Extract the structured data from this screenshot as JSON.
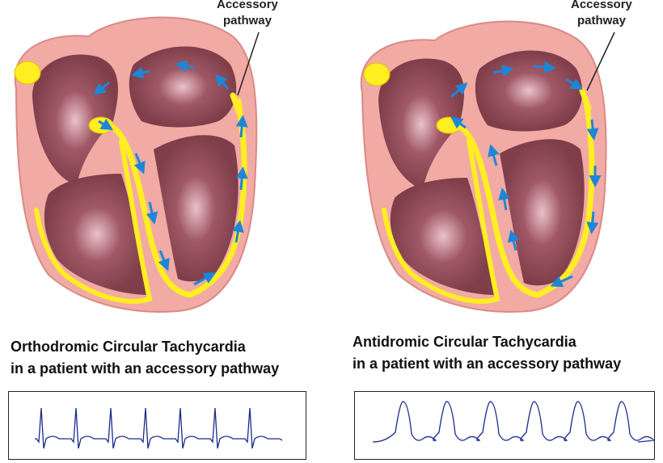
{
  "labels": {
    "accessory_line1": "Accessory",
    "accessory_line2": "pathway"
  },
  "panels": [
    {
      "id": "orthodromic",
      "caption_line1": "Orthodromic Circular Tachycardia",
      "caption_line2": "in a patient with an accessory pathway",
      "ecg_type": "narrow-qrs"
    },
    {
      "id": "antidromic",
      "caption_line1": "Antidromic Circular Tachycardia",
      "caption_line2": "in a patient with an accessory pathway",
      "ecg_type": "wide-qrs"
    }
  ],
  "colors": {
    "myocardium": "#f2aaa4",
    "myocardium_edge": "#d98a86",
    "chamber": "#7f3e4a",
    "conduction": "#ffee22",
    "arrow": "#1e86d6",
    "ecg_trace": "#1a2a8a"
  },
  "icons": [
    "arrow-icon"
  ]
}
